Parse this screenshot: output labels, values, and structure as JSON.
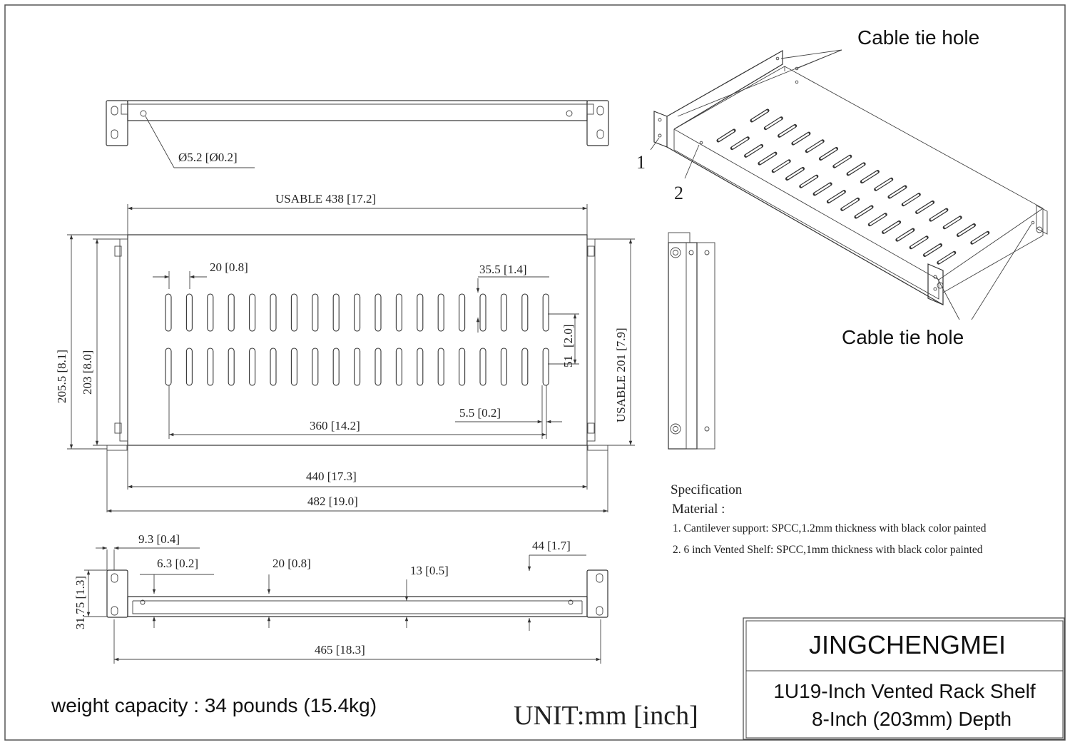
{
  "callouts": {
    "cable_tie_top": "Cable tie hole",
    "cable_tie_bottom": "Cable tie hole",
    "part_1": "1",
    "part_2": "2"
  },
  "dimensions": {
    "hole_diameter": "Ø5.2 [Ø0.2]",
    "usable_width": "USABLE 438 [17.2]",
    "slot_width": "20 [0.8]",
    "slot_pitch": "35.5 [1.4]",
    "slot_length": "[2.0]",
    "slot_row_span": "51",
    "gap": "5.5 [0.2]",
    "slot_field": "360 [14.2]",
    "inner_width": "440 [17.3]",
    "overall_width": "482 [19.0]",
    "overall_depth": "205.5 [8.1]",
    "depth": "203 [8.0]",
    "usable_depth": "USABLE 201 [7.9]",
    "ear_offset": "9.3 [0.4]",
    "ear_hole": "6.3 [0.2]",
    "front_spacing": "20 [0.8]",
    "front_gap": "13 [0.5]",
    "front_height": "44 [1.7]",
    "rack_unit": "31.75 [1.3]",
    "mount_span": "465 [18.3]"
  },
  "specification": {
    "heading": "Specification",
    "material_label": "Material :",
    "items": [
      "1.  Cantilever support: SPCC,1.2mm thickness with black color painted",
      "2.  6 inch Vented Shelf: SPCC,1mm thickness with black color painted"
    ]
  },
  "footer": {
    "weight_capacity": "weight capacity : 34 pounds (15.4kg)",
    "unit": "UNIT:mm [inch]"
  },
  "title_block": {
    "brand": "JINGCHENGMEI",
    "product_line1": "1U19-Inch Vented Rack Shelf",
    "product_line2": "8-Inch (203mm) Depth"
  }
}
